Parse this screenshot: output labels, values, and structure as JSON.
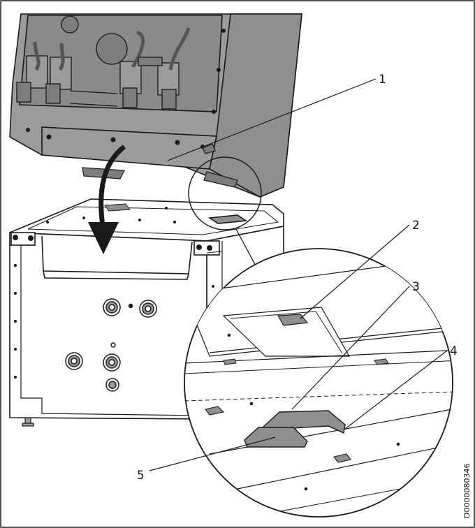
{
  "callouts": {
    "c1": "1",
    "c2": "2",
    "c3": "3",
    "c4": "4",
    "c5": "5"
  },
  "document_id": "D0000080346",
  "colors": {
    "housing_grey": "#9b9b9b",
    "housing_dark": "#7d7d7d",
    "line": "#1a1a1a",
    "base_white": "#ffffff",
    "pad_grey": "#8f8f8f"
  },
  "icons": {
    "arrow": "curved-down-arrow-icon",
    "magnifier": "detail-magnifier-circle"
  }
}
